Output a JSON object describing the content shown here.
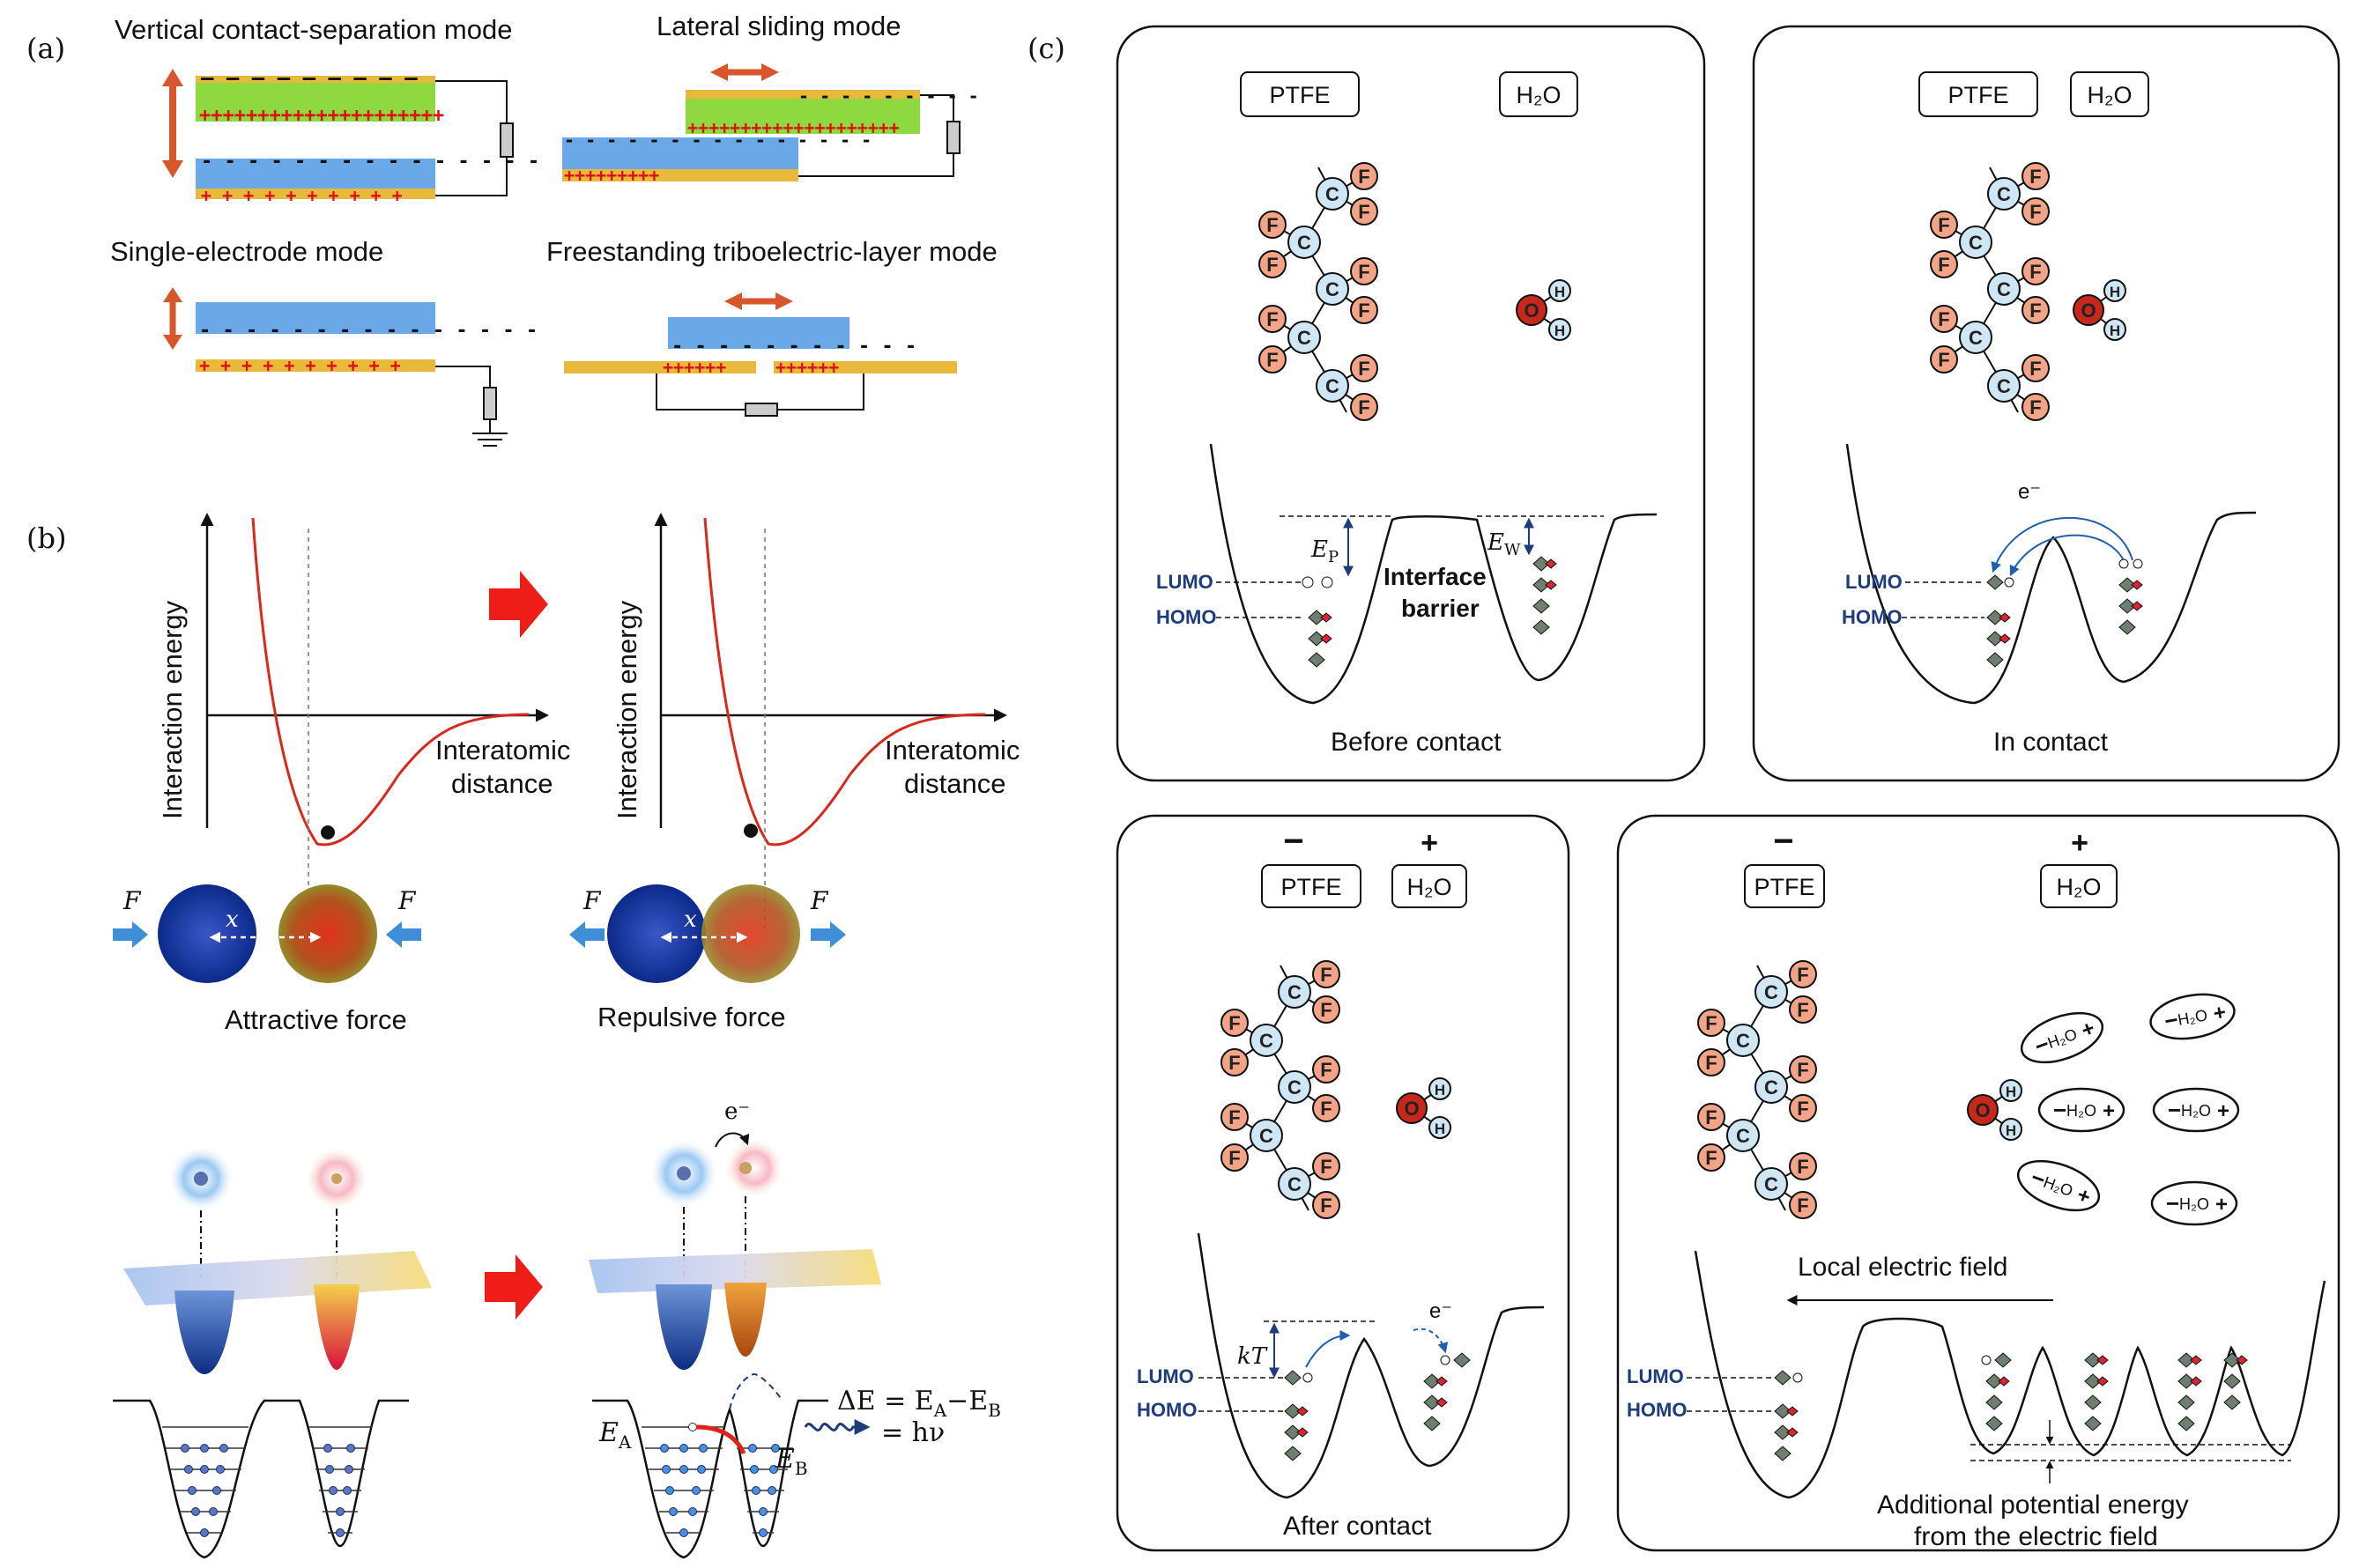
{
  "panel_a": {
    "letter": "(a)",
    "modes": {
      "vertical": "Vertical contact-separation mode",
      "lateral": "Lateral sliding mode",
      "single": "Single-electrode mode",
      "freestanding": "Freestanding triboelectric-layer mode"
    }
  },
  "panel_b": {
    "letter": "(b)",
    "ylabel": "Interaction energy",
    "xlabel_1": "Interatomic",
    "xlabel_2": "distance",
    "force_symbol": "F",
    "distance_symbol": "x",
    "attractive": "Attractive force",
    "repulsive": "Repulsive force",
    "electron": "e⁻",
    "ea": "E",
    "ea_sub": "A",
    "eb": "E",
    "eb_sub": "B",
    "eq_line1": "ΔE = E",
    "eq_sub_a": "A",
    "eq_minus": "−E",
    "eq_sub_b": "B",
    "eq_line2": "= hν"
  },
  "panel_c": {
    "letter": "(c)",
    "ptfe": "PTFE",
    "h2o": "H₂O",
    "lumo": "LUMO",
    "homo": "HOMO",
    "ep": "E",
    "ep_sub": "P",
    "ew": "E",
    "ew_sub": "W",
    "interface_1": "Interface",
    "interface_2": "barrier",
    "before": "Before contact",
    "in_contact": "In contact",
    "after": "After contact",
    "electron": "e⁻",
    "kt": "kT",
    "minus": "−",
    "plus": "+",
    "local_field": "Local electric field",
    "additional_1": "Additional potential energy",
    "additional_2": "from the electric field",
    "dipole": "H₂O",
    "atom_c": "C",
    "atom_f": "F",
    "atom_o": "O",
    "atom_h": "H"
  },
  "colors": {
    "gold": "#e8b93a",
    "green": "#8ed840",
    "blue": "#6aa8e8",
    "red_arrow": "#d8562c",
    "curve": "#d72a1d",
    "navy": "#1f3c7a",
    "fluorine": "#f3a487",
    "carbon": "#cfe7f5",
    "oxygen": "#c8271b"
  }
}
